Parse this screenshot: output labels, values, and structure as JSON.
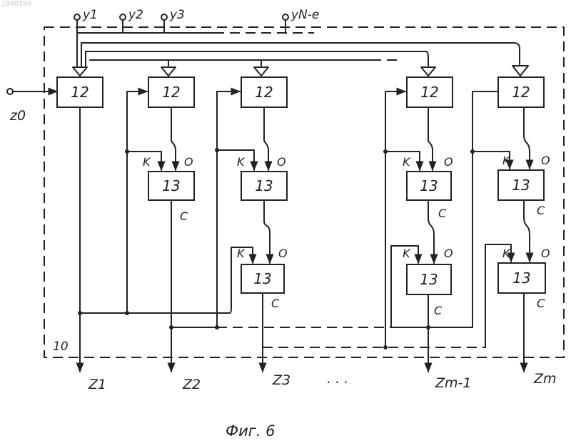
{
  "watermark": "1840504",
  "inputs": {
    "y1": "y1",
    "y2": "y2",
    "y3": "y3",
    "yN": "yN-e",
    "z0": "z0"
  },
  "block_labels": {
    "selector": "12",
    "cell": "13"
  },
  "port_labels": {
    "k": "K",
    "o": "O",
    "c": "C"
  },
  "unit_label": "10",
  "outputs": [
    "Z1",
    "Z2",
    "Z3",
    "Zm-1",
    "Zm"
  ],
  "ellipsis": ". . .",
  "caption": "Фиг. 6"
}
